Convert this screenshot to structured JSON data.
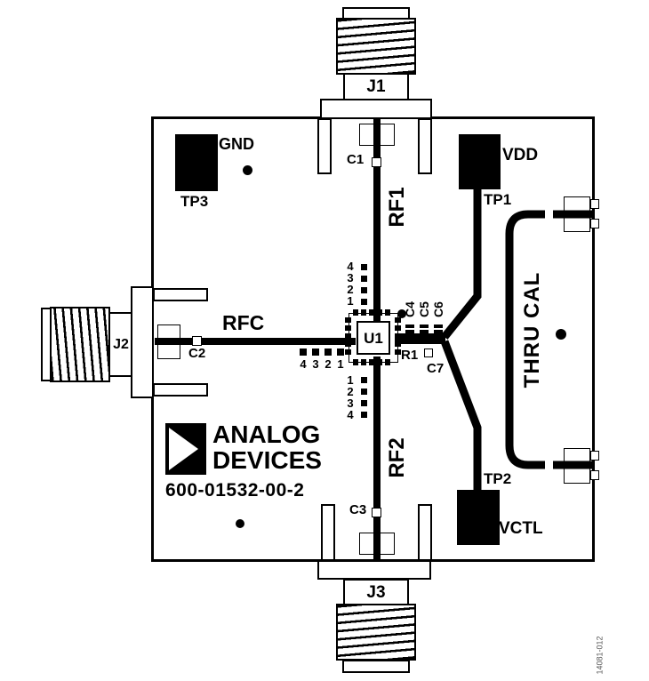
{
  "labels": {
    "j1": "J1",
    "j2": "J2",
    "j3": "J3",
    "gnd": "GND",
    "tp3": "TP3",
    "vdd": "VDD",
    "tp1": "TP1",
    "tp2": "TP2",
    "vctl": "VCTL",
    "c1": "C1",
    "c2": "C2",
    "c3": "C3",
    "c4": "C4",
    "c5": "C5",
    "c6": "C6",
    "c7": "C7",
    "r1": "R1",
    "u1": "U1",
    "rf1": "RF1",
    "rf2": "RF2",
    "rfc": "RFC",
    "thru_cal": "THRU CAL",
    "brand_top": "ANALOG",
    "brand_bottom": "DEVICES",
    "board_number": "600-01532-00-2",
    "figure_code": "14081-012"
  },
  "pin_numbers": {
    "above_chip": [
      "4",
      "3",
      "2",
      "1"
    ],
    "left_of_chip": [
      "4",
      "3",
      "2",
      "1"
    ],
    "below_chip": [
      "1",
      "2",
      "3",
      "4"
    ]
  },
  "colors": {
    "silkscreen": "#000000",
    "background": "#ffffff",
    "figure_code_text": "#555555"
  }
}
